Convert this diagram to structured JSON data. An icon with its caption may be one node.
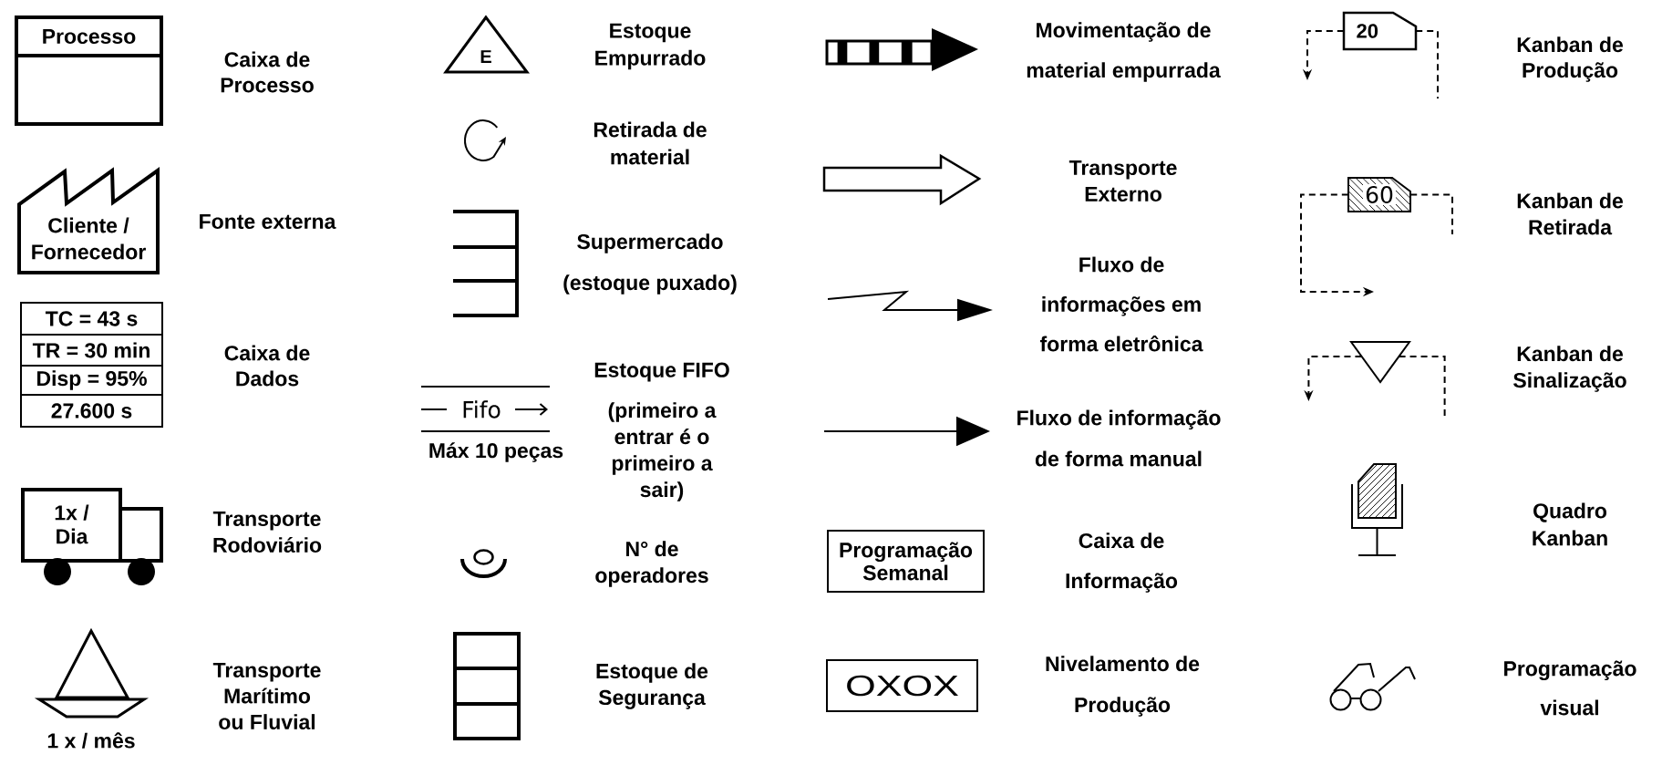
{
  "diagram": {
    "nodes": [
      {
        "text": [
          "Processo"
        ]
      },
      {
        "text": [
          "Cliente / Fornecedor"
        ]
      },
      {
        "text": [
          "TC = 43 s",
          "TR = 30 min",
          "Disp = 95%",
          "27.600 s"
        ]
      },
      {
        "text": [
          "1x / Dia"
        ]
      },
      {
        "text": [],
        "shape": "picture",
        "beside": [
          "1 x / mês"
        ]
      },
      {
        "text": [
          "E"
        ]
      },
      {
        "text": [
          "Fifo"
        ],
        "beside": [
          "Máx 10 peças"
        ]
      },
      {
        "text": [
          "Programação Semanal"
        ]
      },
      {
        "text": [
          "OXOX"
        ]
      },
      {
        "text": [
          "20"
        ]
      },
      {
        "text": [
          "60"
        ]
      },
      {
        "text": [],
        "shape": "triangle"
      }
    ],
    "edges": [
      {
        "from": 9,
        "to": null,
        "arrow": "to",
        "style": "dashed"
      },
      {
        "from": 9,
        "to": null,
        "arrow": "none",
        "style": "dashed"
      },
      {
        "from": 10,
        "to": null,
        "arrow": "to",
        "style": "dashed"
      },
      {
        "from": 10,
        "to": null,
        "arrow": "none",
        "style": "dashed"
      },
      {
        "from": 11,
        "to": null,
        "arrow": "to",
        "style": "dashed"
      },
      {
        "from": 11,
        "to": null,
        "arrow": "none",
        "style": "dashed"
      }
    ],
    "labels": [
      "Caixa de Processo",
      "Fonte externa",
      "Caixa de Dados",
      "Transporte Rodoviário",
      "Transporte Marítimo ou Fluvial",
      "Estoque Empurrado",
      "Retirada de material",
      "Supermercado (estoque puxado)",
      "Estoque FIFO",
      "(primeiro a entrar é o primeiro a sair)",
      "N° de operadores",
      "Estoque de Segurança",
      "Movimentação de material empurrada",
      "Transporte Externo",
      "Fluxo de informações em forma eletrônica",
      "Fluxo de informação de forma manual",
      "Caixa de Informação",
      "Nivelamento de Produção",
      "Kanban de Produção",
      "Kanban de Retirada",
      "Kanban de Sinalização",
      "Quadro Kanban",
      "Programação visual"
    ]
  }
}
